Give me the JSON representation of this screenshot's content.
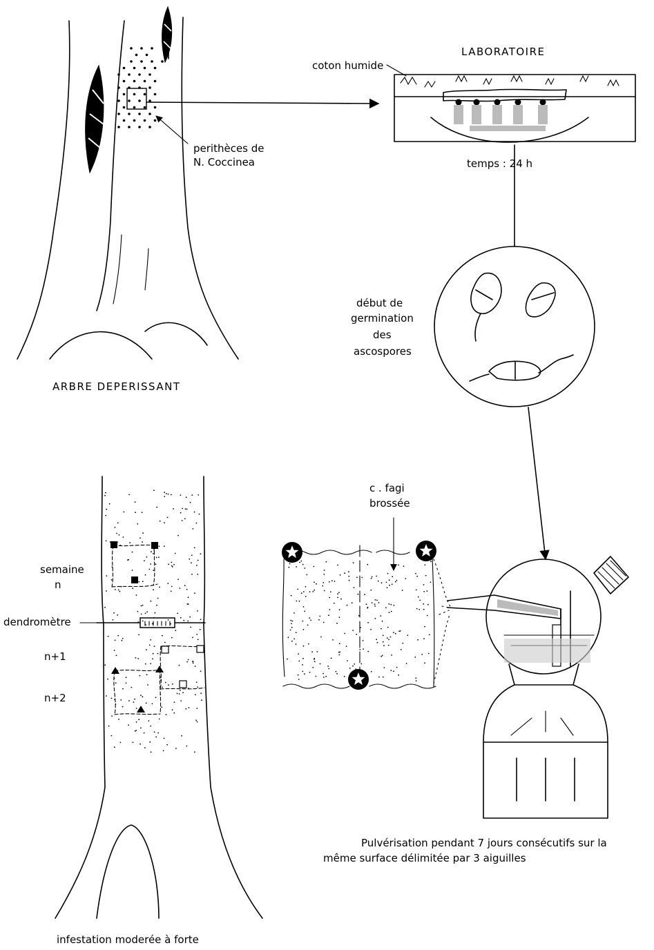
{
  "labels": {
    "perithecia_line1": "perithèces de",
    "perithecia_line2": "N. Coccinea",
    "tree_caption": "ARBRE DEPERISSANT",
    "lab_title": "LABORATOIRE",
    "cotton": "coton humide",
    "time": "temps : 24 h",
    "germ_line1": "début de",
    "germ_line2": "germination",
    "germ_line3": "des",
    "germ_line4": "ascospores",
    "week_line1": "semaine",
    "week_line2": "n",
    "dendrometer": "dendromètre",
    "week_n1": "n+1",
    "week_n2": "n+2",
    "cfagi_line1": "c . fagi",
    "cfagi_line2": "brossée",
    "spray_line1": "Pulvérisation  pendant 7 jours consécutifs sur la",
    "spray_line2": "même surface délimitée par 3 aiguilles",
    "infestation": "infestation moderée à forte"
  },
  "colors": {
    "ink": "#000000",
    "paper": "#ffffff"
  },
  "icons": [
    "arrow-right-icon",
    "arrow-down-icon",
    "star-marker-icon",
    "square-marker-icon",
    "triangle-marker-icon",
    "sprayer-icon"
  ]
}
